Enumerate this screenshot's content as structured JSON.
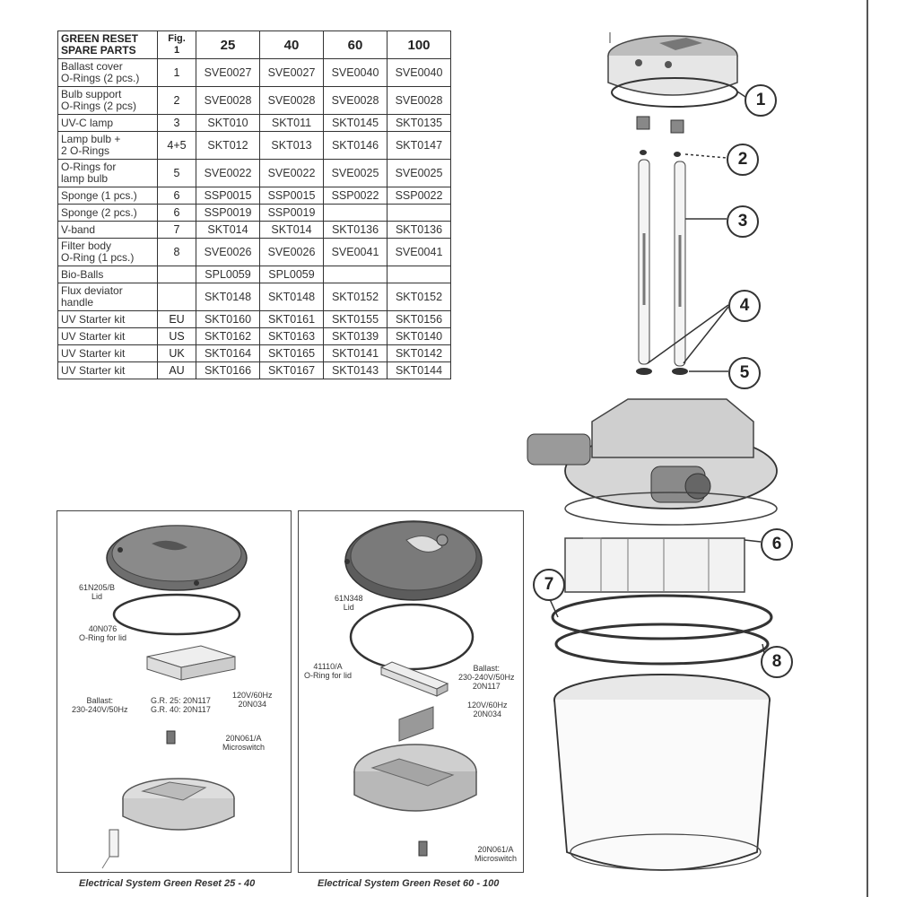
{
  "table": {
    "header": {
      "title_line1": "GREEN RESET",
      "title_line2": "SPARE PARTS",
      "fig_line1": "Fig.",
      "fig_line2": "1",
      "sizes": [
        "25",
        "40",
        "60",
        "100"
      ]
    },
    "rows": [
      {
        "name1": "Ballast cover",
        "name2": "O-Rings (2 pcs.)",
        "fig": "1",
        "c25": "SVE0027",
        "c40": "SVE0027",
        "c60": "SVE0040",
        "c100": "SVE0040"
      },
      {
        "name1": "Bulb support",
        "name2": "O-Rings (2 pcs)",
        "fig": "2",
        "c25": "SVE0028",
        "c40": "SVE0028",
        "c60": "SVE0028",
        "c100": "SVE0028"
      },
      {
        "name1": "UV-C lamp",
        "name2": "",
        "fig": "3",
        "c25": "SKT010",
        "c40": "SKT011",
        "c60": "SKT0145",
        "c100": "SKT0135"
      },
      {
        "name1": "Lamp bulb +",
        "name2": "2 O-Rings",
        "fig": "4+5",
        "c25": "SKT012",
        "c40": "SKT013",
        "c60": "SKT0146",
        "c100": "SKT0147"
      },
      {
        "name1": "O-Rings for",
        "name2": "lamp bulb",
        "fig": "5",
        "c25": "SVE0022",
        "c40": "SVE0022",
        "c60": "SVE0025",
        "c100": "SVE0025"
      },
      {
        "name1": "Sponge (1 pcs.)",
        "name2": "",
        "fig": "6",
        "c25": "SSP0015",
        "c40": "SSP0015",
        "c60": "SSP0022",
        "c100": "SSP0022"
      },
      {
        "name1": "Sponge (2 pcs.)",
        "name2": "",
        "fig": "6",
        "c25": "SSP0019",
        "c40": "SSP0019",
        "c60": "",
        "c100": ""
      },
      {
        "name1": "V-band",
        "name2": "",
        "fig": "7",
        "c25": "SKT014",
        "c40": "SKT014",
        "c60": "SKT0136",
        "c100": "SKT0136"
      },
      {
        "name1": "Filter body",
        "name2": "O-Ring (1 pcs.)",
        "fig": "8",
        "c25": "SVE0026",
        "c40": "SVE0026",
        "c60": "SVE0041",
        "c100": "SVE0041"
      },
      {
        "name1": "Bio-Balls",
        "name2": "",
        "fig": "",
        "c25": "SPL0059",
        "c40": "SPL0059",
        "c60": "",
        "c100": ""
      },
      {
        "name1": "Flux deviator",
        "name2": "handle",
        "fig": "",
        "c25": "SKT0148",
        "c40": "SKT0148",
        "c60": "SKT0152",
        "c100": "SKT0152"
      },
      {
        "name1": "UV Starter kit",
        "name2": "",
        "fig": "EU",
        "c25": "SKT0160",
        "c40": "SKT0161",
        "c60": "SKT0155",
        "c100": "SKT0156"
      },
      {
        "name1": "UV Starter kit",
        "name2": "",
        "fig": "US",
        "c25": "SKT0162",
        "c40": "SKT0163",
        "c60": "SKT0139",
        "c100": "SKT0140"
      },
      {
        "name1": "UV Starter kit",
        "name2": "",
        "fig": "UK",
        "c25": "SKT0164",
        "c40": "SKT0165",
        "c60": "SKT0141",
        "c100": "SKT0142"
      },
      {
        "name1": "UV Starter kit",
        "name2": "",
        "fig": "AU",
        "c25": "SKT0166",
        "c40": "SKT0167",
        "c60": "SKT0143",
        "c100": "SKT0144"
      }
    ]
  },
  "box_left": {
    "lid_code": "61N205/B",
    "lid_label": "Lid",
    "oring_code": "40N076",
    "oring_label": "O-Ring for lid",
    "ballast_label": "Ballast:",
    "ballast_voltage": "230-240V/50Hz",
    "gr25": "G.R. 25: 20N117",
    "gr40": "G.R. 40: 20N117",
    "v120": "120V/60Hz",
    "v120_code": "20N034",
    "switch_code": "20N061/A",
    "switch_label": "Microswitch",
    "caption": "Electrical System Green Reset 25 - 40"
  },
  "box_right": {
    "lid_code": "61N348",
    "lid_label": "Lid",
    "oring_code": "41110/A",
    "oring_label": "O-Ring for lid",
    "ballast_label": "Ballast:",
    "ballast_voltage": "230-240V/50Hz",
    "ballast_code": "20N117",
    "v120": "120V/60Hz",
    "v120_code": "20N034",
    "switch_code": "20N061/A",
    "switch_label": "Microswitch",
    "caption": "Electrical System Green Reset 60 - 100"
  },
  "callouts": [
    "1",
    "2",
    "3",
    "4",
    "5",
    "6",
    "7",
    "8"
  ]
}
